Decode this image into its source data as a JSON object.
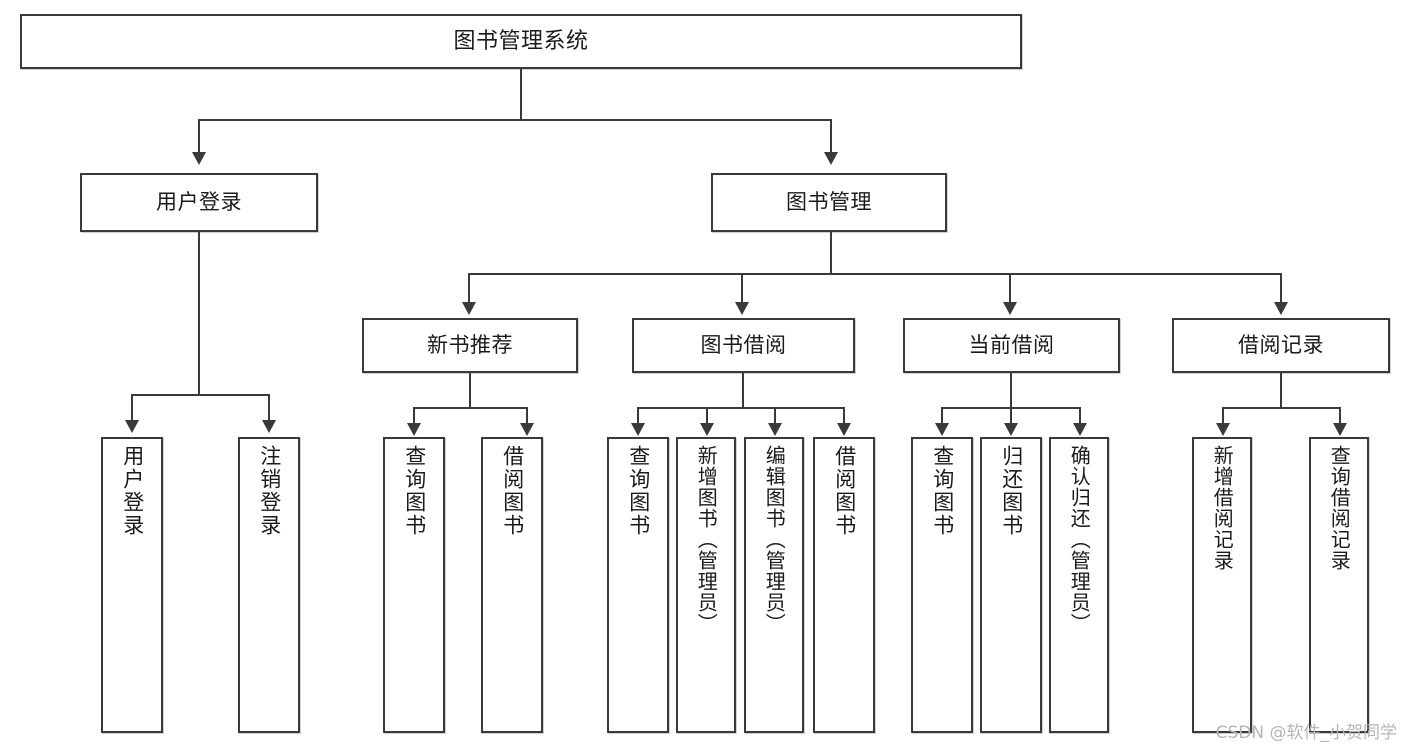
{
  "diagram": {
    "title": "图书管理系统",
    "type": "tree",
    "watermark": "CSDN @软件_小贺同学",
    "colors": {
      "box_border": "#3a3a3a",
      "box_fill": "#ffffff",
      "connector": "#3a3a3a",
      "text": "#1b1b1b",
      "watermark": "#b6b6b6",
      "background": "#ffffff"
    },
    "levels": {
      "root": "图书管理系统",
      "level2": [
        "用户登录",
        "图书管理"
      ],
      "level3": [
        "新书推荐",
        "图书借阅",
        "当前借阅",
        "借阅记录"
      ]
    },
    "nodes": {
      "root": {
        "label": "图书管理系统"
      },
      "user_login": {
        "label": "用户登录"
      },
      "book_manage": {
        "label": "图书管理"
      },
      "new_book_rec": {
        "label": "新书推荐"
      },
      "book_borrow": {
        "label": "图书借阅"
      },
      "current_borrow": {
        "label": "当前借阅"
      },
      "borrow_record": {
        "label": "借阅记录"
      },
      "leaf_user_login": {
        "label": "用户登录"
      },
      "leaf_logout": {
        "label": "注销登录"
      },
      "leaf_query_book_1": {
        "label": "查询图书"
      },
      "leaf_borrow_book_1": {
        "label": "借阅图书"
      },
      "leaf_query_book_2": {
        "label": "查询图书"
      },
      "leaf_add_book": {
        "label": "新增图书（管理员）"
      },
      "leaf_edit_book": {
        "label": "编辑图书（管理员）"
      },
      "leaf_borrow_book_2": {
        "label": "借阅图书"
      },
      "leaf_query_book_3": {
        "label": "查询图书"
      },
      "leaf_return_book": {
        "label": "归还图书"
      },
      "leaf_confirm_return": {
        "label": "确认归还（管理员）"
      },
      "leaf_add_record": {
        "label": "新增借阅记录"
      },
      "leaf_query_record": {
        "label": "查询借阅记录"
      }
    },
    "edges": [
      {
        "from": "root",
        "to": "用户登录"
      },
      {
        "from": "root",
        "to": "图书管理"
      },
      {
        "from": "用户登录",
        "to": "用户登录"
      },
      {
        "from": "用户登录",
        "to": "注销登录"
      },
      {
        "from": "图书管理",
        "to": "新书推荐"
      },
      {
        "from": "图书管理",
        "to": "图书借阅"
      },
      {
        "from": "图书管理",
        "to": "当前借阅"
      },
      {
        "from": "图书管理",
        "to": "借阅记录"
      },
      {
        "from": "新书推荐",
        "to": "查询图书"
      },
      {
        "from": "新书推荐",
        "to": "借阅图书"
      },
      {
        "from": "图书借阅",
        "to": "查询图书"
      },
      {
        "from": "图书借阅",
        "to": "新增图书（管理员）"
      },
      {
        "from": "图书借阅",
        "to": "编辑图书（管理员）"
      },
      {
        "from": "图书借阅",
        "to": "借阅图书"
      },
      {
        "from": "当前借阅",
        "to": "查询图书"
      },
      {
        "from": "当前借阅",
        "to": "归还图书"
      },
      {
        "from": "当前借阅",
        "to": "确认归还（管理员）"
      },
      {
        "from": "借阅记录",
        "to": "新增借阅记录"
      },
      {
        "from": "借阅记录",
        "to": "查询借阅记录"
      }
    ]
  }
}
